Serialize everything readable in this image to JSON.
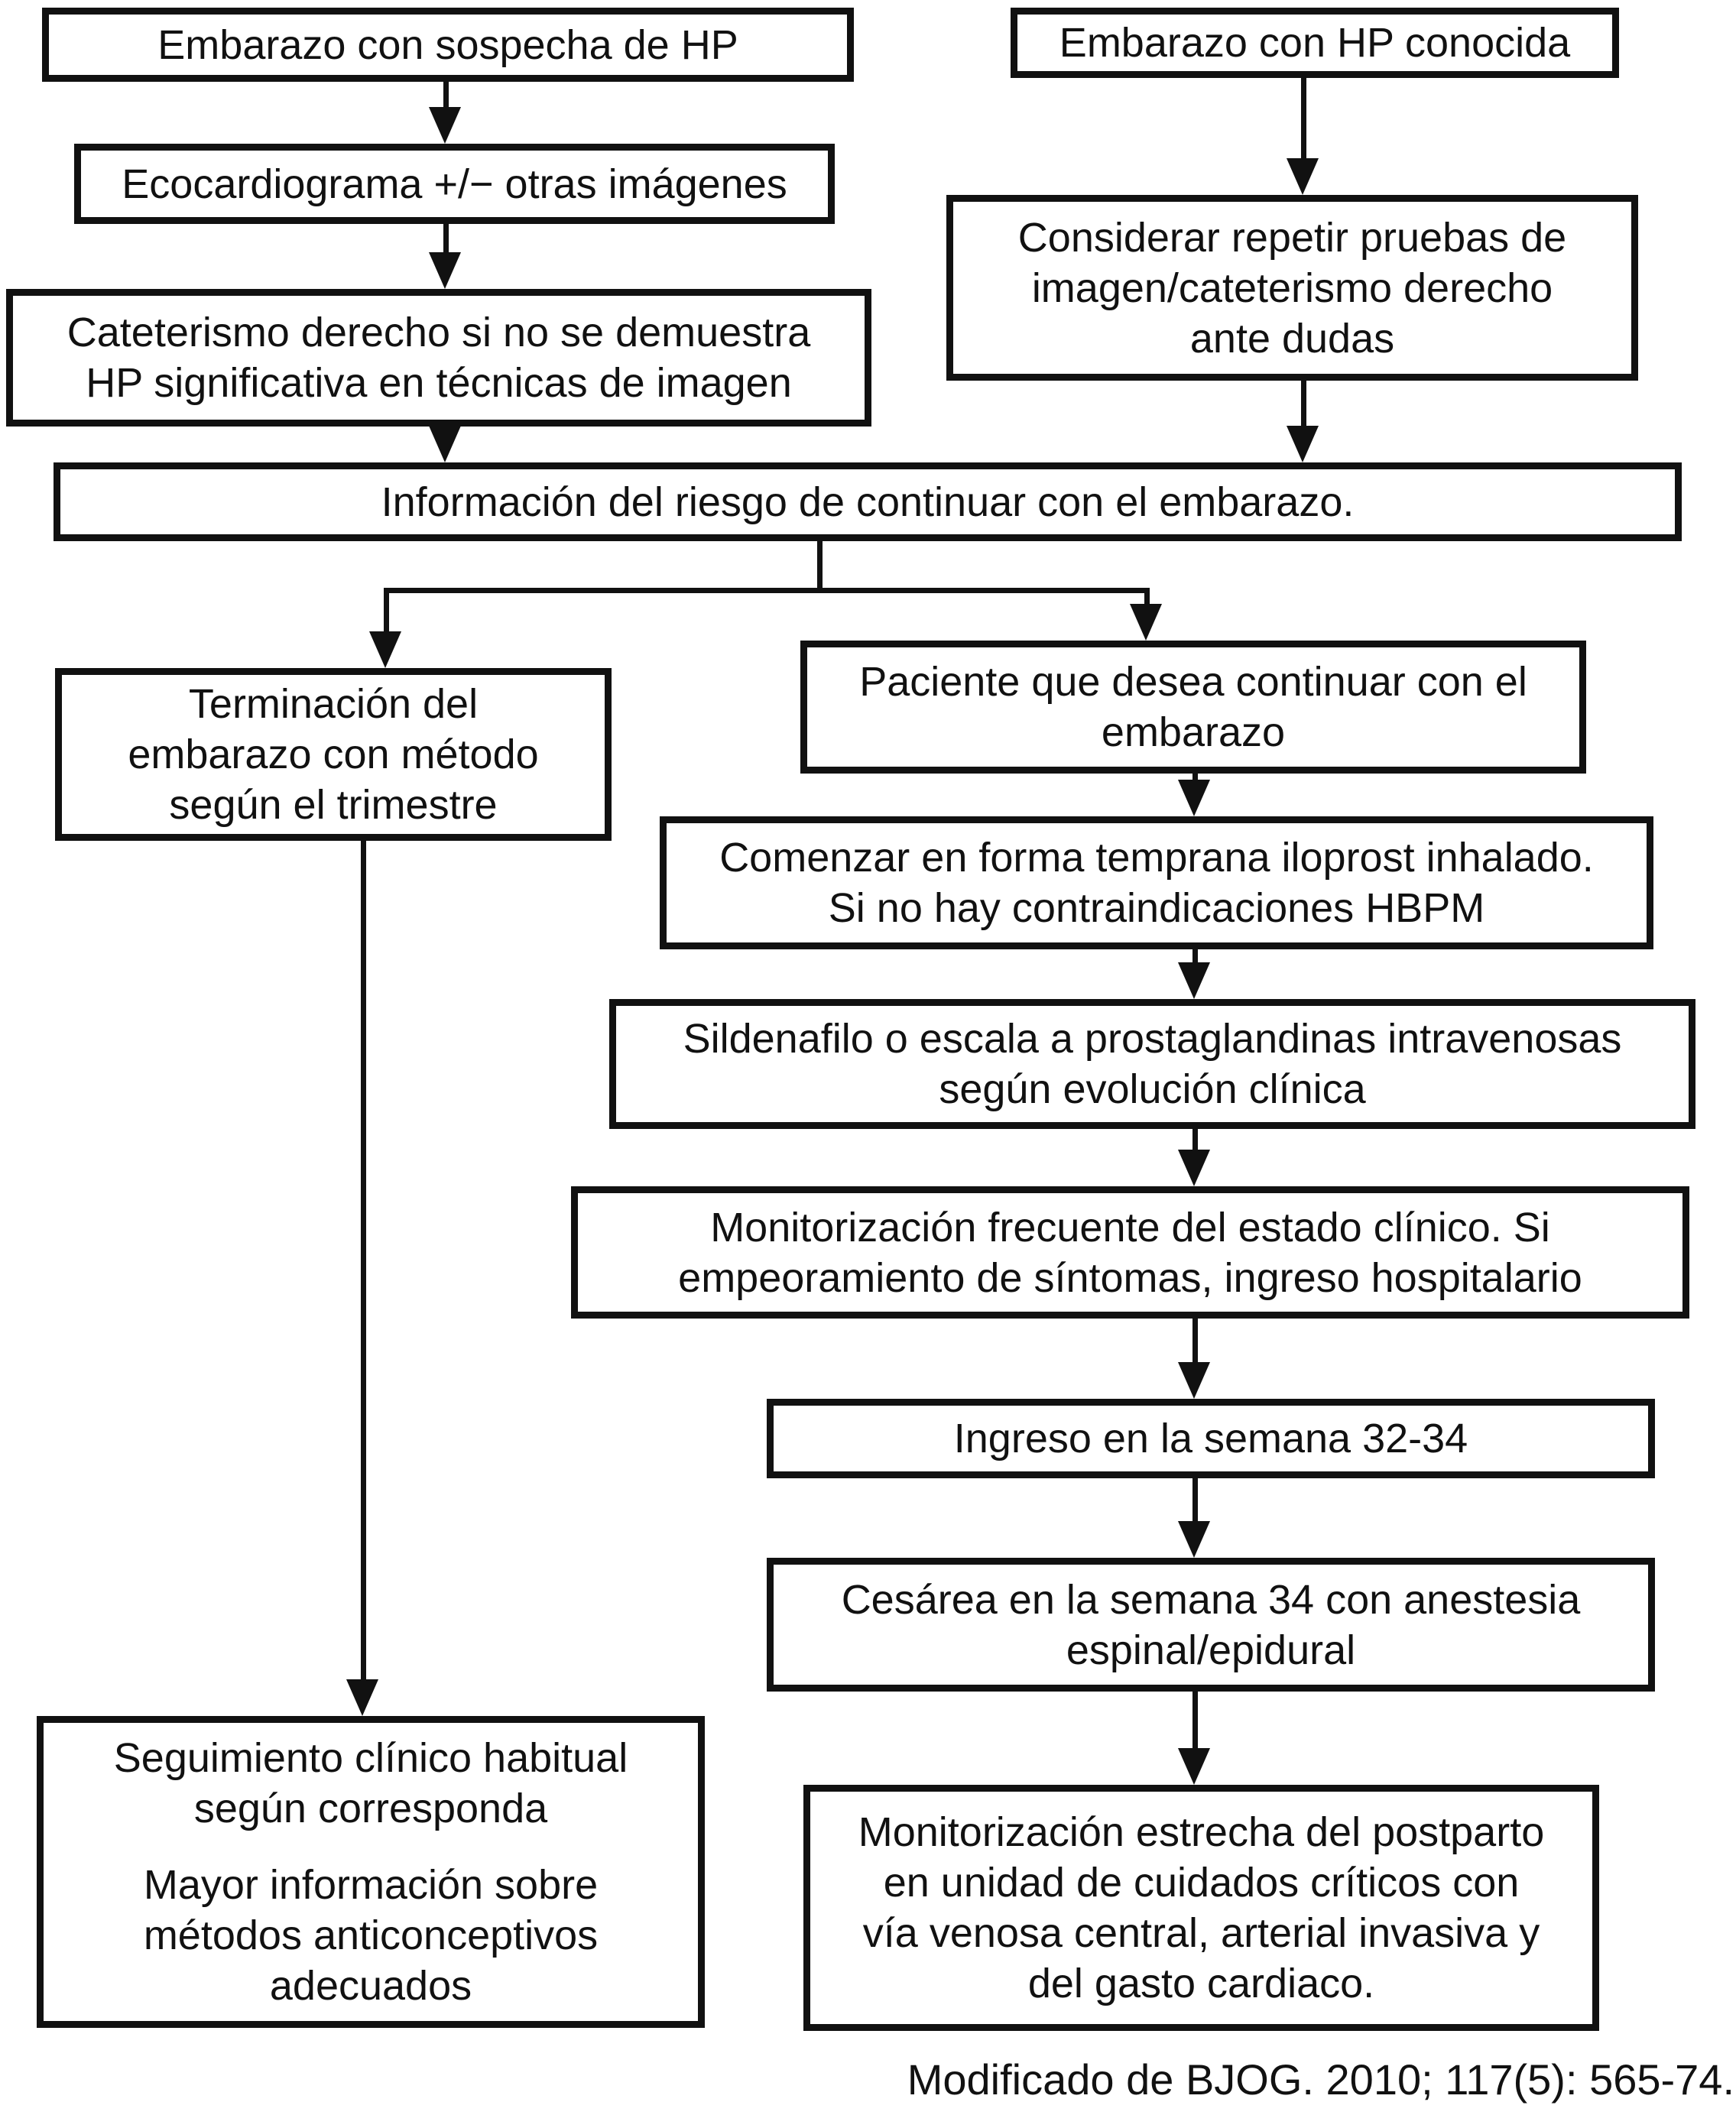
{
  "figure": {
    "type": "flowchart",
    "background_color": "#ffffff",
    "line_color": "#111111",
    "caption": "Modificado de BJOG. 2010; 117(5): 565-74.",
    "nodes": {
      "sospecha": "Embarazo con sospecha de HP",
      "ecocardiograma": "Ecocardiograma +/− otras imágenes",
      "cateterismo": "Cateterismo derecho si no se demuestra\nHP significativa en técnicas de imagen",
      "hp_conocida": "Embarazo con HP conocida",
      "considerar": "Considerar repetir pruebas de\nimagen/cateterismo derecho\nante dudas",
      "informacion": "Información del riesgo de continuar con el embarazo.",
      "terminacion": "Terminación del\nembarazo con método\nsegún el trimestre",
      "paciente": "Paciente que desea continuar con el\nembarazo",
      "comenzar": "Comenzar en forma temprana iloprost inhalado.\nSi no hay contraindicaciones HBPM",
      "sildenafilo": "Sildenafilo o escala a prostaglandinas intravenosas\nsegún evolución clínica",
      "monitorizacion_frecuente": "Monitorización frecuente del estado clínico. Si\nempeoramiento de síntomas, ingreso hospitalario",
      "ingreso": "Ingreso en la semana 32-34",
      "cesarea": "Cesárea en la semana 34 con anestesia\nespinal/epidural",
      "monitorizacion_estrecha": "Monitorización estrecha del postparto\nen unidad de cuidados críticos con\nvía venosa central, arterial invasiva y\ndel gasto cardiaco.",
      "seguimiento_p1": "Seguimiento clínico habitual\nsegún corresponda",
      "seguimiento_p2": "Mayor información sobre\nmétodos anticonceptivos\nadecuados"
    }
  }
}
